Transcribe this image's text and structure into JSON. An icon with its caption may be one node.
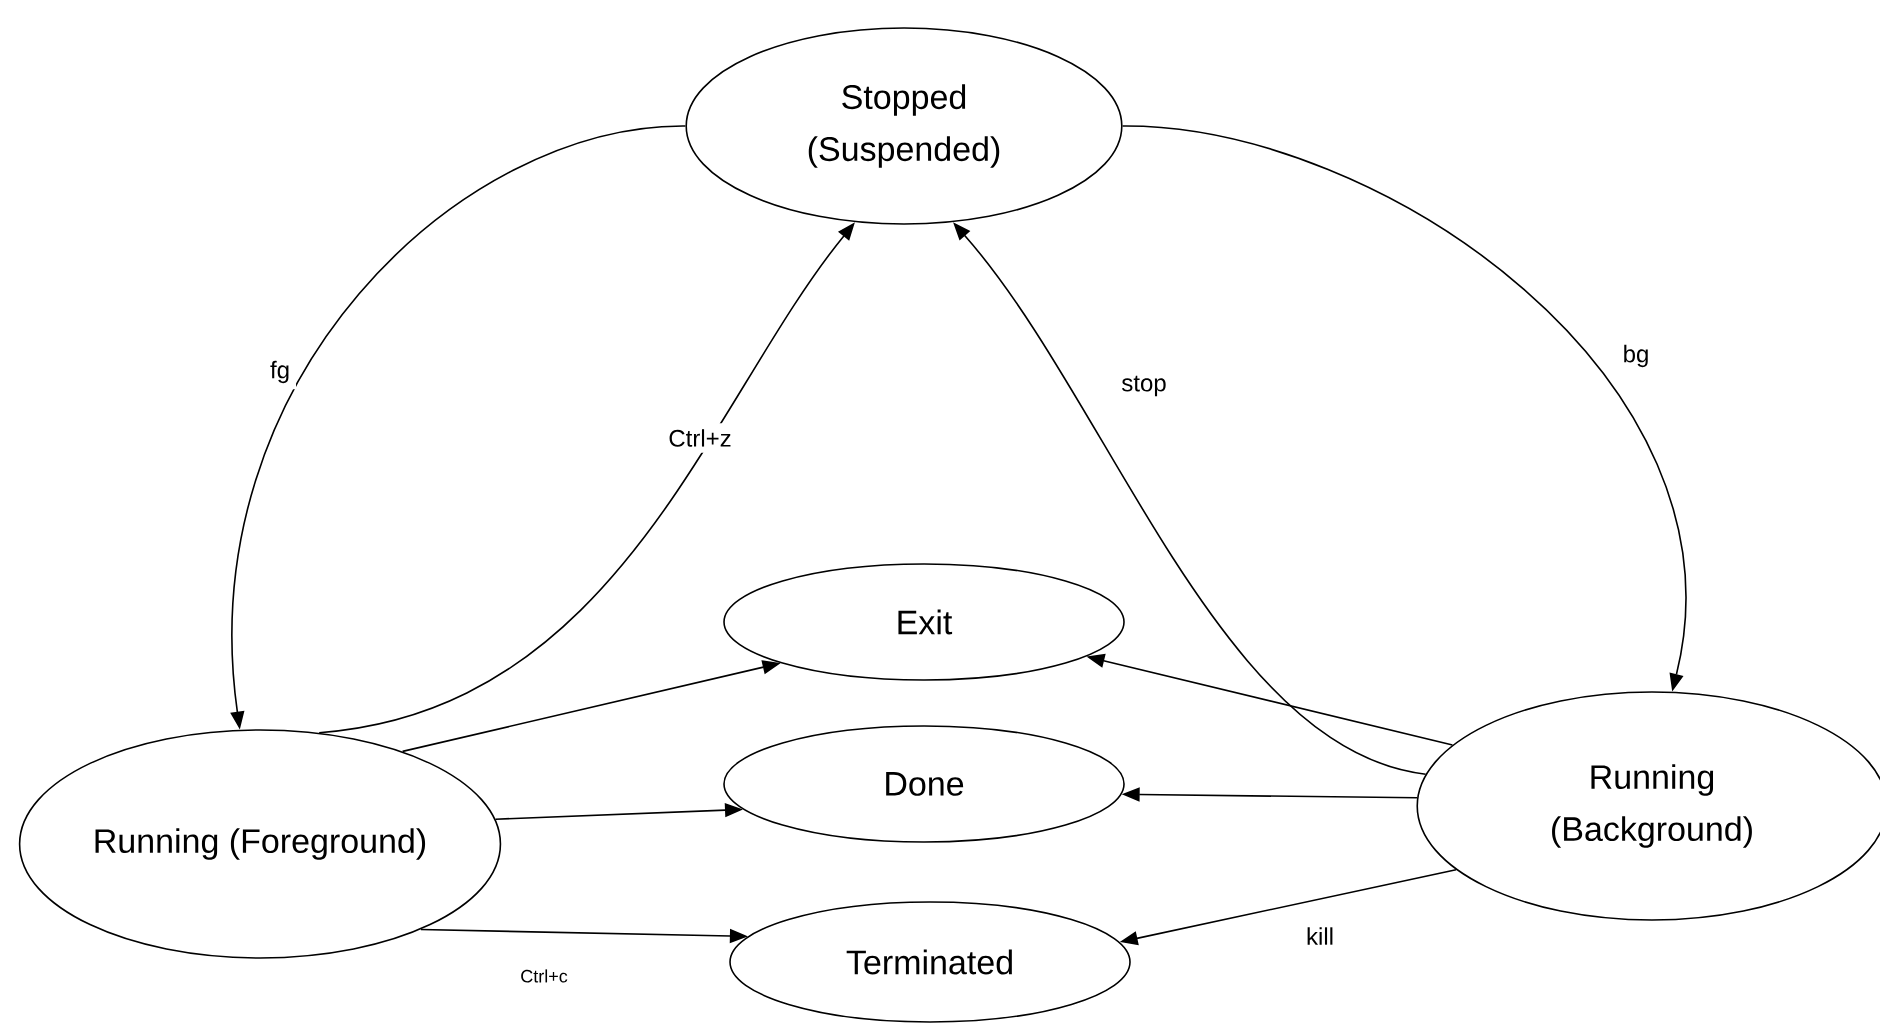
{
  "diagram": {
    "nodes": [
      {
        "text": [
          "Stopped (Suspended)"
        ]
      },
      {
        "text": [
          "Exit"
        ]
      },
      {
        "text": [
          "Running (Foreground)"
        ]
      },
      {
        "text": [
          "Done"
        ]
      },
      {
        "text": [
          "Running (Background)"
        ]
      },
      {
        "text": [
          "Terminated"
        ]
      }
    ],
    "edges": [
      {
        "from": 0,
        "to": 2,
        "arrow": "to",
        "label": "fg"
      },
      {
        "from": 2,
        "to": 0,
        "arrow": "to",
        "label": "Ctrl+z"
      },
      {
        "from": 0,
        "to": 4,
        "arrow": "to",
        "label": "bg"
      },
      {
        "from": 4,
        "to": 0,
        "arrow": "to",
        "label": "stop"
      },
      {
        "from": 2,
        "to": 1,
        "arrow": "to"
      },
      {
        "from": 2,
        "to": 3,
        "arrow": "to"
      },
      {
        "from": 2,
        "to": 5,
        "arrow": "to",
        "label": "Ctrl+c"
      },
      {
        "from": 4,
        "to": 1,
        "arrow": "to"
      },
      {
        "from": 4,
        "to": 3,
        "arrow": "to"
      },
      {
        "from": 4,
        "to": 5,
        "arrow": "to",
        "label": "kill"
      }
    ]
  }
}
